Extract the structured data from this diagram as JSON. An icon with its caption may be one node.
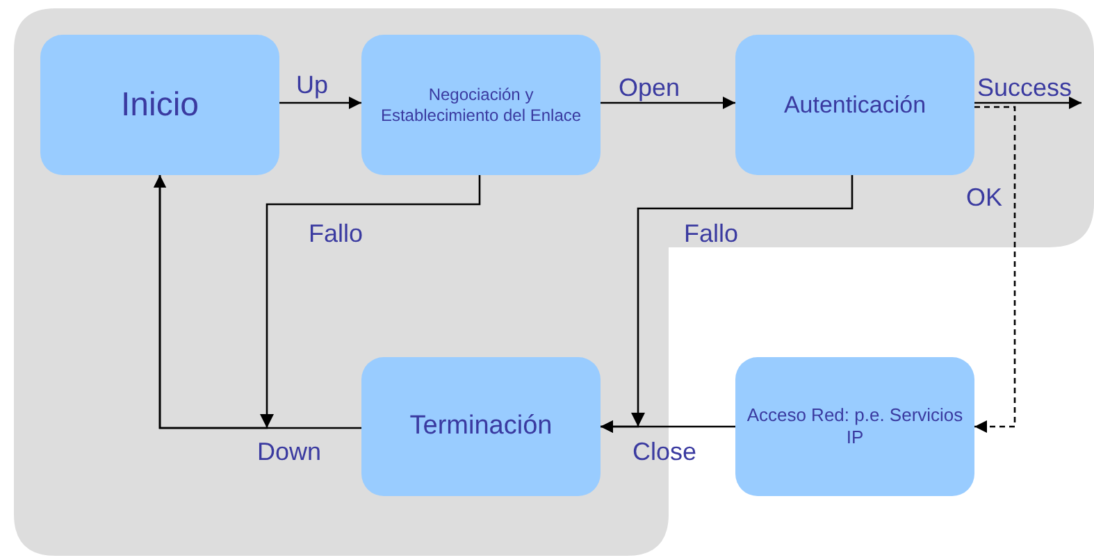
{
  "diagram": {
    "nodes": [
      {
        "text": [
          "Inicio"
        ]
      },
      {
        "text": [
          "Negociación y Establecimiento del Enlace"
        ]
      },
      {
        "text": [
          "Autenticación"
        ]
      },
      {
        "text": [
          "Terminación"
        ]
      },
      {
        "text": [
          "Acceso Red: p.e. Servicios IP"
        ]
      }
    ],
    "edges": [
      {
        "from": 0,
        "to": 1,
        "arrow": "to",
        "label": "Up"
      },
      {
        "from": 1,
        "to": 2,
        "arrow": "to",
        "label": "Open"
      },
      {
        "from": 2,
        "to": null,
        "arrow": "to",
        "label": "Success"
      },
      {
        "from": 2,
        "to": 4,
        "arrow": "to",
        "label": "OK",
        "style": "dashed"
      },
      {
        "from": 1,
        "to": 0,
        "arrow": "to",
        "label": "Fallo"
      },
      {
        "from": 2,
        "to": 3,
        "arrow": "to",
        "label": "Fallo"
      },
      {
        "from": 4,
        "to": 3,
        "arrow": "to",
        "label": "Close"
      },
      {
        "from": 3,
        "to": 0,
        "arrow": "to",
        "label": "Down"
      }
    ]
  }
}
